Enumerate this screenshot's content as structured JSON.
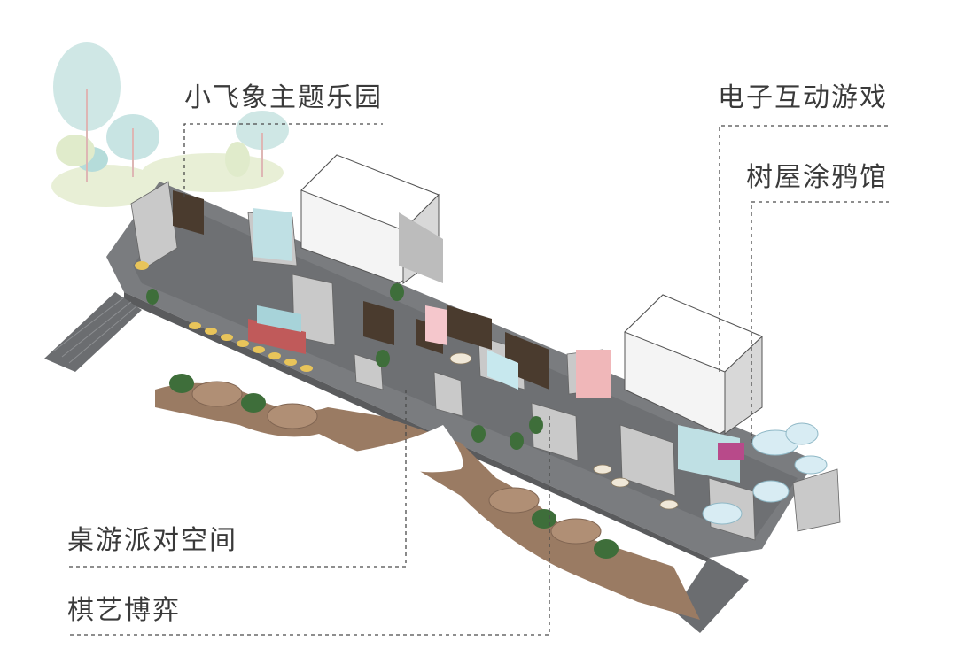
{
  "labels": {
    "elephant_park": "小飞象主题乐园",
    "electronic_games": "电子互动游戏",
    "treehouse_graffiti": "树屋涂鸦馆",
    "board_game_party": "桌游派对空间",
    "chess": "棋艺博弈"
  },
  "colors": {
    "floor": "#6e7073",
    "paving": "#9a7b63",
    "wall": "#c9c9c9",
    "wood": "#4a3b2e",
    "leader_line": "#4a4a4a",
    "tree_teal": "#a9d6d4",
    "tree_green": "#dbe8c2",
    "text": "#3a3a3a"
  }
}
